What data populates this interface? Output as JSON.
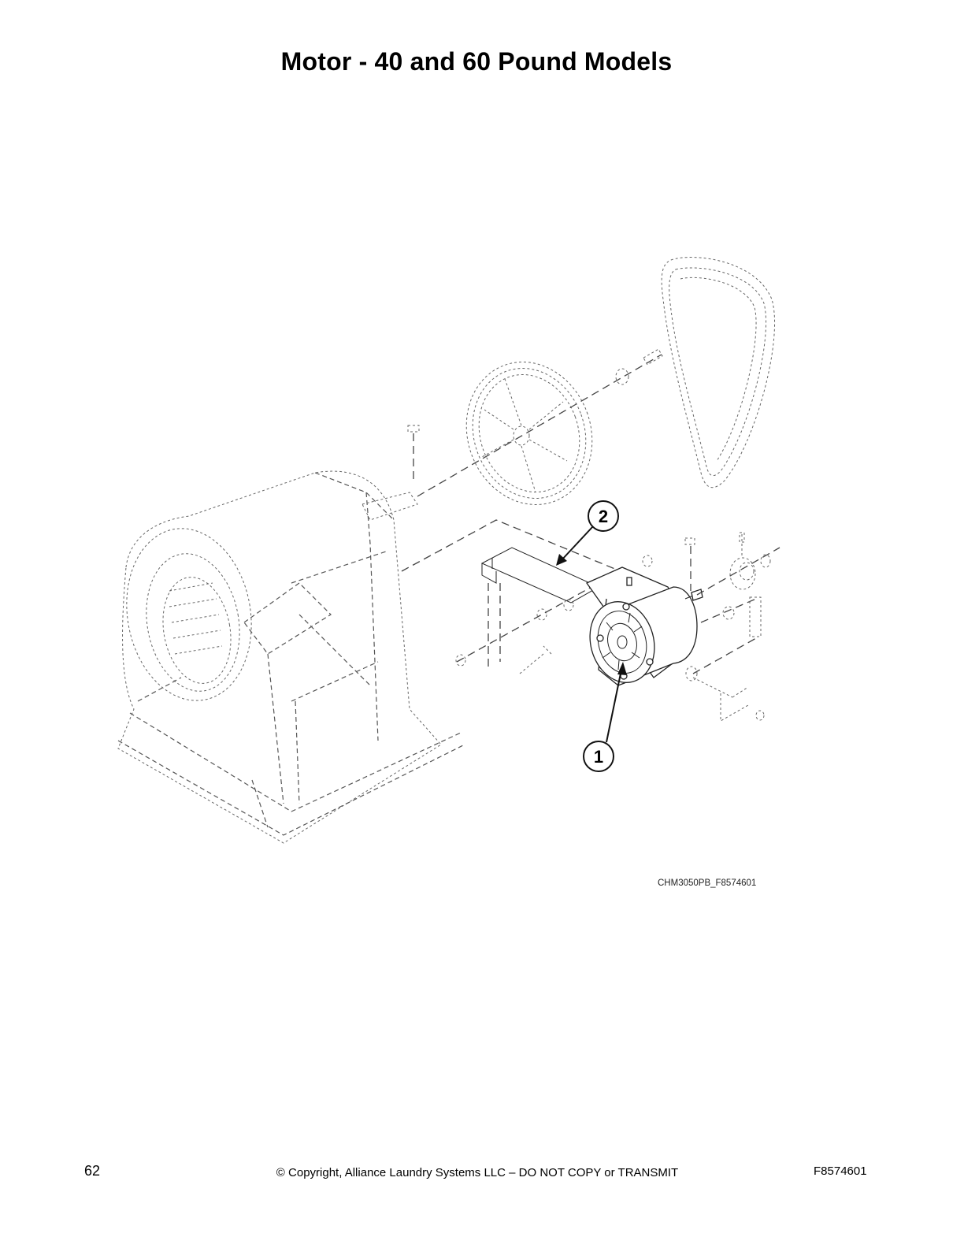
{
  "page": {
    "title": "Motor - 40 and 60 Pound Models",
    "figure_id": "CHM3050PB_F8574601",
    "footer": {
      "page_number": "62",
      "copyright": "© Copyright, Alliance Laundry Systems LLC – DO NOT COPY or TRANSMIT",
      "document_number": "F8574601"
    }
  },
  "diagram": {
    "description": "Exploded view of dryer motor assembly with basket, pulley, belt and mounting hardware",
    "callouts": [
      {
        "number": "1",
        "part": "motor"
      },
      {
        "number": "2",
        "part": "motor-bracket-plate"
      }
    ],
    "colors": {
      "line": "#222222",
      "reference_line": "#555555",
      "background": "#ffffff"
    }
  }
}
